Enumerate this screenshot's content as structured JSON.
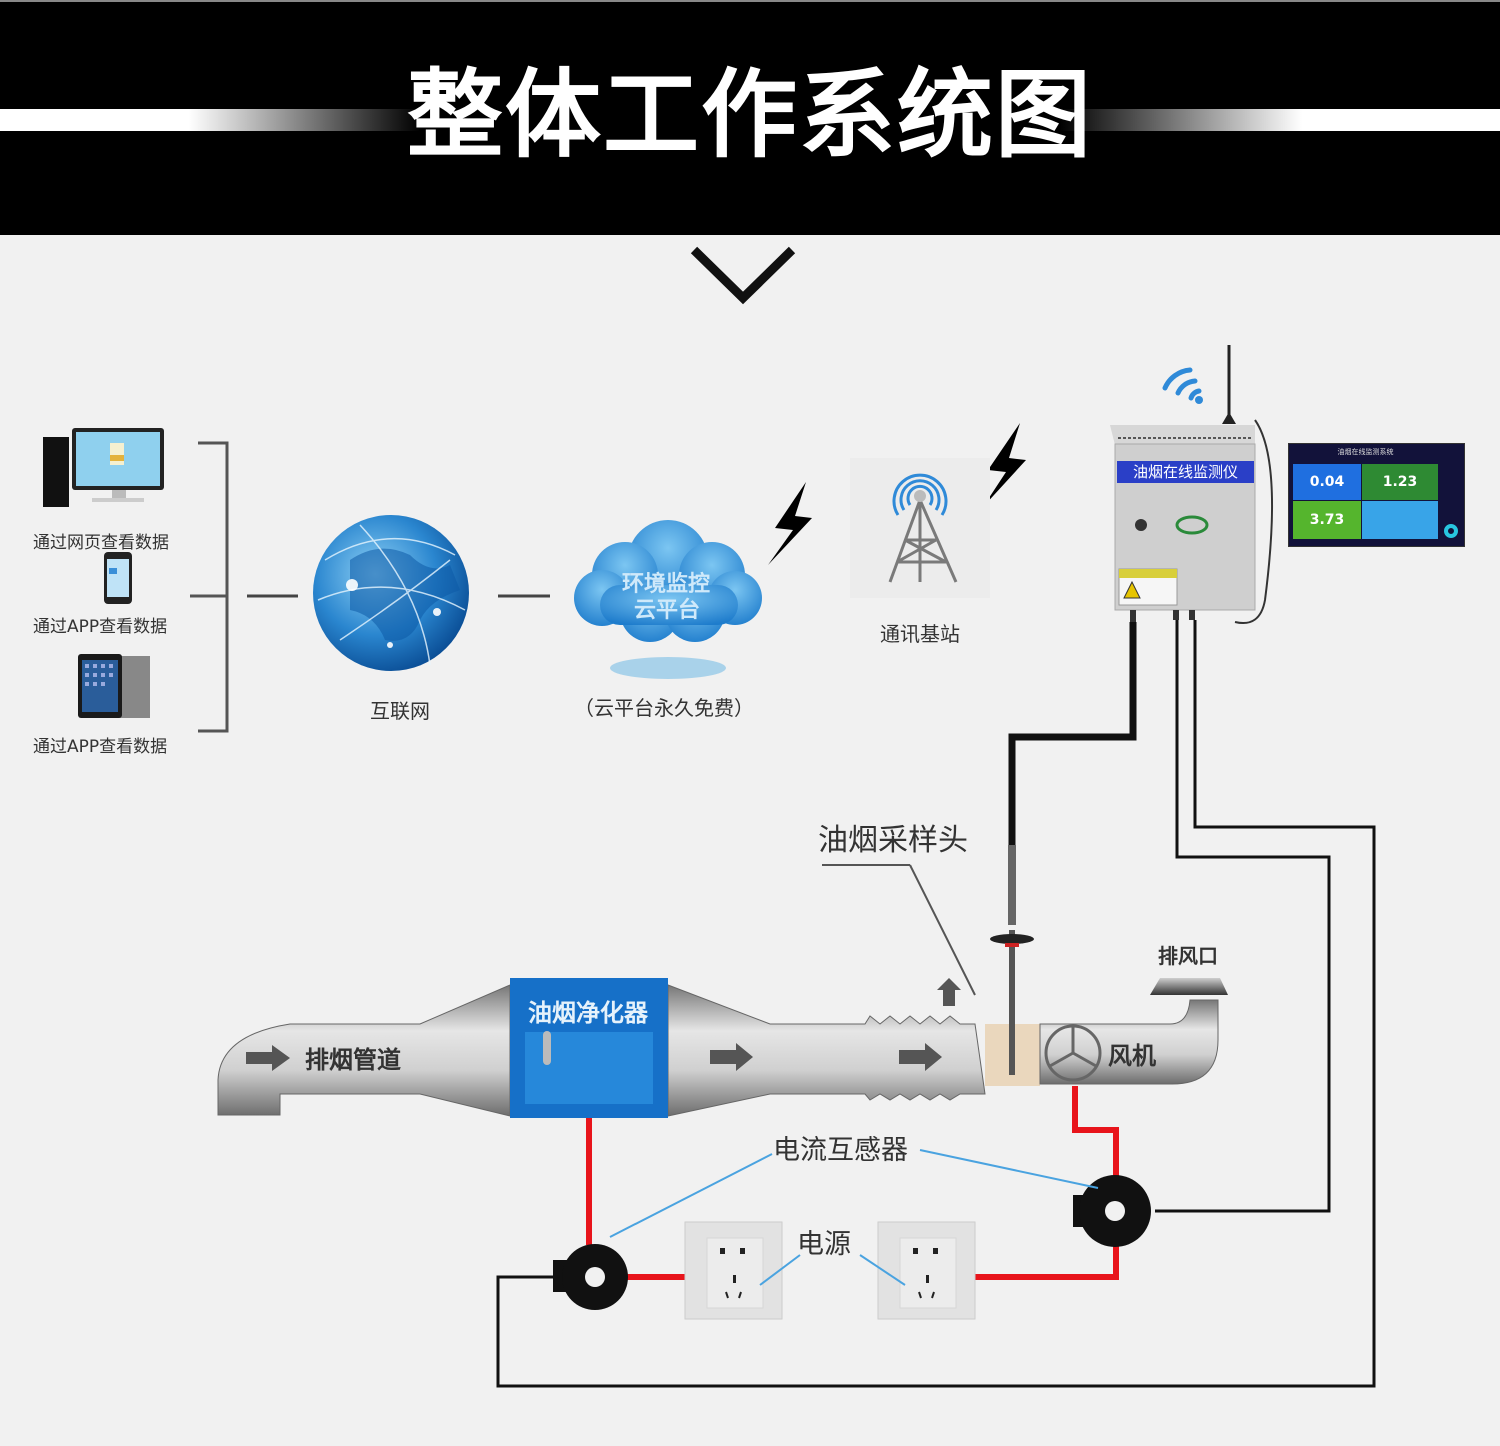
{
  "header": {
    "title": "整体工作系统图"
  },
  "clients": [
    {
      "icon": "desktop-computer-icon",
      "label": "通过网页查看数据"
    },
    {
      "icon": "smartphone-icon",
      "label": "通过APP查看数据"
    },
    {
      "icon": "tablet-icon",
      "label": "通过APP查看数据"
    }
  ],
  "network": {
    "internet_label": "互联网",
    "cloud_text_line1": "环境监控",
    "cloud_text_line2": "云平台",
    "cloud_caption": "（云平台永久免费）",
    "base_station_label": "通讯基站"
  },
  "monitor_device": {
    "title": "油烟在线监测仪"
  },
  "display_screen": {
    "title": "油烟在线监测系统",
    "values": [
      "0.04",
      "1.23",
      "3.73"
    ]
  },
  "duct": {
    "duct_label": "排烟管道",
    "purifier_label": "油烟净化器",
    "sampler_label": "油烟采样头",
    "fan_label": "风机",
    "outlet_label": "排风口"
  },
  "electrical": {
    "ct_label": "电流互感器",
    "power_label": "电源"
  },
  "colors": {
    "header_bg": "#000000",
    "background": "#f1f1f1",
    "purifier_blue": "#1a7fd4",
    "power_wire_red": "#e8141b",
    "pointer_line_blue": "#4aa3e0",
    "device_title_blue": "#2a3fc7"
  }
}
